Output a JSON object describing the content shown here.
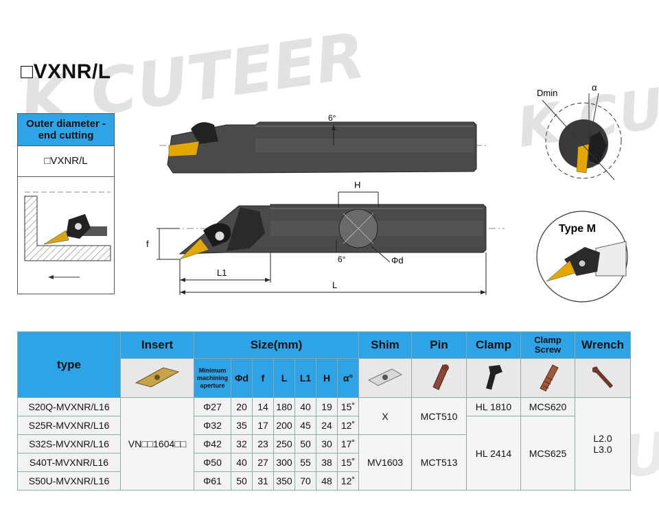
{
  "title": "□VXNR/L",
  "watermark": "K CUTEER",
  "sidebar": {
    "header": "Outer diameter -end cutting",
    "model": "□VXNR/L"
  },
  "drawing_labels": {
    "angle_top": "6°",
    "angle_bottom": "6°",
    "H": "H",
    "phi_d": "Φd",
    "f": "f",
    "L1": "L1",
    "L": "L",
    "Dmin": "Dmin",
    "alpha": "α",
    "type_m": "Type M"
  },
  "table": {
    "headers": {
      "type": "type",
      "insert": "Insert",
      "size": "Size(mm)",
      "shim": "Shim",
      "pin": "Pin",
      "clamp": "Clamp",
      "clamp_screw": "Clamp Screw",
      "wrench": "Wrench"
    },
    "size_columns": {
      "min_aperture": "Minimum machining aperture",
      "phi_d": "Φd",
      "f": "f",
      "L": "L",
      "L1": "L1",
      "H": "H",
      "alpha": "α°"
    },
    "insert_value": "VN□□1604□□",
    "rows": [
      {
        "type": "S20Q-MVXNR/L16",
        "min_ap": "Φ27",
        "d": "20",
        "f": "14",
        "L": "180",
        "L1": "40",
        "H": "19",
        "a": "15˚"
      },
      {
        "type": "S25R-MVXNR/L16",
        "min_ap": "Φ32",
        "d": "35",
        "f": "17",
        "L": "200",
        "L1": "45",
        "H": "24",
        "a": "12˚"
      },
      {
        "type": "S32S-MVXNR/L16",
        "min_ap": "Φ42",
        "d": "32",
        "f": "23",
        "L": "250",
        "L1": "50",
        "H": "30",
        "a": "17˚"
      },
      {
        "type": "S40T-MVXNR/L16",
        "min_ap": "Φ50",
        "d": "40",
        "f": "27",
        "L": "300",
        "L1": "55",
        "H": "38",
        "a": "15˚"
      },
      {
        "type": "S50U-MVXNR/L16",
        "min_ap": "Φ61",
        "d": "50",
        "f": "31",
        "L": "350",
        "L1": "70",
        "H": "48",
        "a": "12˚"
      }
    ],
    "shim_values": [
      "X",
      "MV1603"
    ],
    "pin_values": [
      "MCT510",
      "MCT513"
    ],
    "clamp_values": [
      "HL 1810",
      "HL 2414"
    ],
    "clamp_screw_values": [
      "MCS620",
      "MCS625"
    ],
    "wrench_values": [
      "L2.0",
      "L3.0"
    ]
  }
}
